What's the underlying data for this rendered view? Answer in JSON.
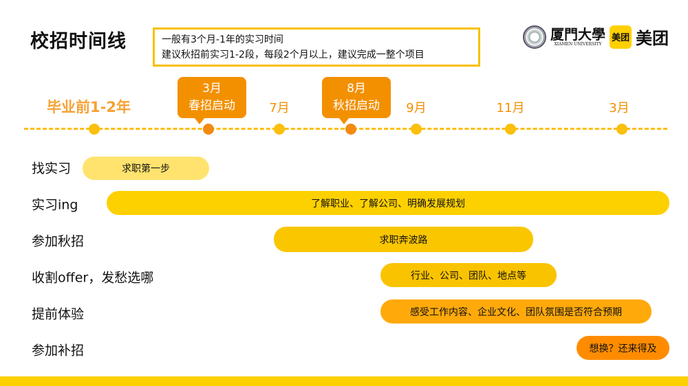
{
  "title": "校招时间线",
  "note": {
    "line1": "一般有3个月-1年的实习时间",
    "line2": "建议秋招前实习1-2段，每段2个月以上，建议完成一整个项目"
  },
  "logos": {
    "xmu_cn": "厦門大學",
    "xmu_en": "XIAMEN UNIVERSITY",
    "meituan_badge": "美团",
    "meituan_word": "美团"
  },
  "timeline": {
    "pre_label": "毕业前1-2年",
    "callouts": [
      {
        "month": "3月",
        "event": "春招启动"
      },
      {
        "month": "8月",
        "event": "秋招启动"
      }
    ],
    "months": [
      "7月",
      "9月",
      "11月",
      "3月"
    ]
  },
  "rows": [
    {
      "label": "找实习",
      "bar": "求职第一步",
      "color": "#FFE36E"
    },
    {
      "label": "实习ing",
      "bar": "了解职业、了解公司、明确发展规划",
      "color": "#FDD000"
    },
    {
      "label": "参加秋招",
      "bar": "求职奔波路",
      "color": "#FAC600"
    },
    {
      "label": "收割offer，发愁选哪",
      "bar": "行业、公司、团队、地点等",
      "color": "#FAC300"
    },
    {
      "label": "提前体验",
      "bar": "感受工作内容、企业文化、团队氛围是否符合预期",
      "color": "#FFA90A"
    },
    {
      "label": "参加补招",
      "bar": "想换？还来得及",
      "color": "#FF8C00"
    }
  ]
}
